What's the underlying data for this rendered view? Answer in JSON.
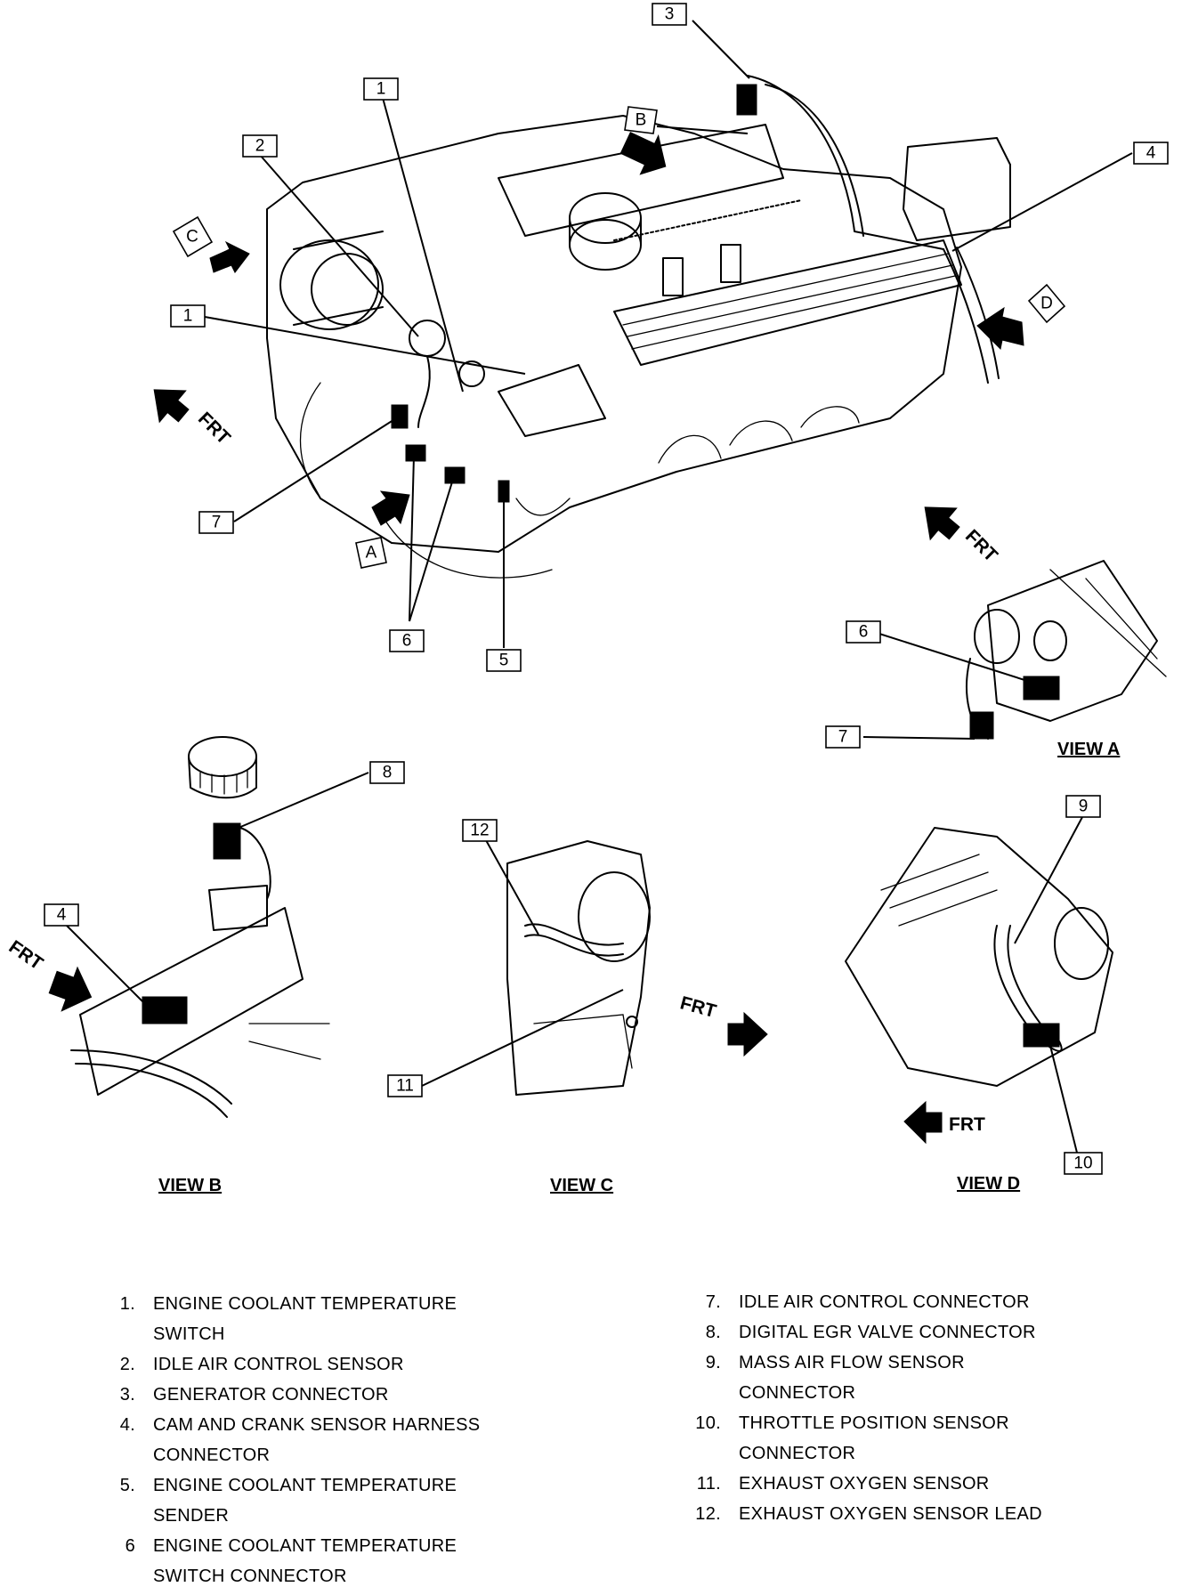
{
  "callouts": {
    "c1a": "1",
    "c1b": "1",
    "c2": "2",
    "c3": "3",
    "c4a": "4",
    "c4b": "4",
    "c5": "5",
    "c6a": "6",
    "c6b": "6",
    "c7a": "7",
    "c7b": "7",
    "c8": "8",
    "c9": "9",
    "c10": "10",
    "c11": "11",
    "c12": "12"
  },
  "view_markers": {
    "a": "A",
    "b": "B",
    "c": "C",
    "d": "D"
  },
  "view_titles": {
    "a": "VIEW A",
    "b": "VIEW B",
    "c": "VIEW C",
    "d": "VIEW D"
  },
  "frt": "FRT",
  "legend_left": [
    {
      "number": "1.",
      "label": "ENGINE COOLANT TEMPERATURE SWITCH"
    },
    {
      "number": "2.",
      "label": "IDLE AIR CONTROL SENSOR"
    },
    {
      "number": "3.",
      "label": "GENERATOR CONNECTOR"
    },
    {
      "number": "4.",
      "label": "CAM AND CRANK SENSOR HARNESS CONNECTOR"
    },
    {
      "number": "5.",
      "label": "ENGINE COOLANT TEMPERATURE SENDER"
    },
    {
      "number": "6",
      "label": "ENGINE COOLANT TEMPERATURE SWITCH CONNECTOR"
    }
  ],
  "legend_right": [
    {
      "number": "7.",
      "label": "IDLE AIR CONTROL CONNECTOR"
    },
    {
      "number": "8.",
      "label": "DIGITAL EGR VALVE CONNECTOR"
    },
    {
      "number": "9.",
      "label": "MASS AIR FLOW SENSOR CONNECTOR"
    },
    {
      "number": "10.",
      "label": "THROTTLE POSITION SENSOR CONNECTOR"
    },
    {
      "number": "11.",
      "label": "EXHAUST OXYGEN SENSOR"
    },
    {
      "number": "12.",
      "label": "EXHAUST OXYGEN SENSOR LEAD"
    }
  ]
}
